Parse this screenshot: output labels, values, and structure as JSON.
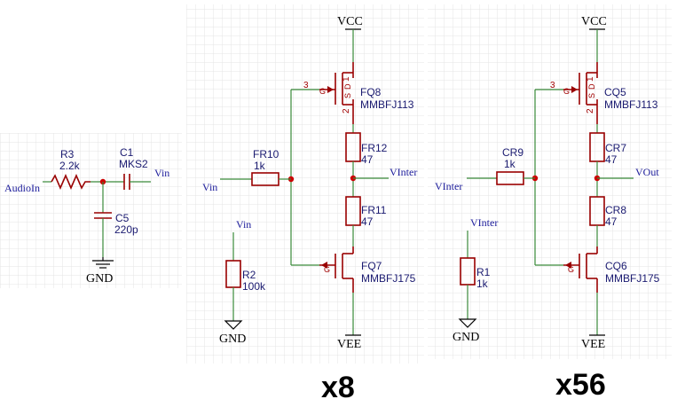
{
  "sheet1": {
    "r3": {
      "ref": "R3",
      "value": "2.2k"
    },
    "c1": {
      "ref": "C1",
      "value": "MKS2"
    },
    "c5": {
      "ref": "C5",
      "value": "220p"
    },
    "net_in": "AudioIn",
    "net_out": "Vin",
    "gnd": "GND"
  },
  "sheet2": {
    "vcc": "VCC",
    "vee": "VEE",
    "gnd": "GND",
    "fq8": {
      "ref": "FQ8",
      "value": "MMBFJ113"
    },
    "fq7": {
      "ref": "FQ7",
      "value": "MMBFJ175"
    },
    "fr10": {
      "ref": "FR10",
      "value": "1k"
    },
    "fr12": {
      "ref": "FR12",
      "value": "47"
    },
    "fr11": {
      "ref": "FR11",
      "value": "47"
    },
    "r2": {
      "ref": "R2",
      "value": "100k"
    },
    "net_in": "Vin",
    "net_out": "VInter",
    "net_r2": "Vin",
    "pin3": "3",
    "pin1": "1",
    "pin2": "2",
    "pin_g": "G",
    "pin_s": "S",
    "pin_d": "D",
    "multiplier": "x8"
  },
  "sheet3": {
    "vcc": "VCC",
    "vee": "VEE",
    "gnd": "GND",
    "cq5": {
      "ref": "CQ5",
      "value": "MMBFJ113"
    },
    "cq6": {
      "ref": "CQ6",
      "value": "MMBFJ175"
    },
    "cr9": {
      "ref": "CR9",
      "value": "1k"
    },
    "cr7": {
      "ref": "CR7",
      "value": "47"
    },
    "cr8": {
      "ref": "CR8",
      "value": "47"
    },
    "r1": {
      "ref": "R1",
      "value": "1k"
    },
    "net_in": "VInter",
    "net_out": "VOut",
    "net_r1": "VInter",
    "pin3": "3",
    "pin1": "1",
    "pin2": "2",
    "pin_g": "G",
    "pin_s": "S",
    "pin_d": "D",
    "multiplier": "x56"
  },
  "colors": {
    "wire": "#3a8a3a",
    "part": "#990000",
    "junction": "#cc0000",
    "label": "#1a1a70",
    "grid": "#e4e4e4"
  }
}
